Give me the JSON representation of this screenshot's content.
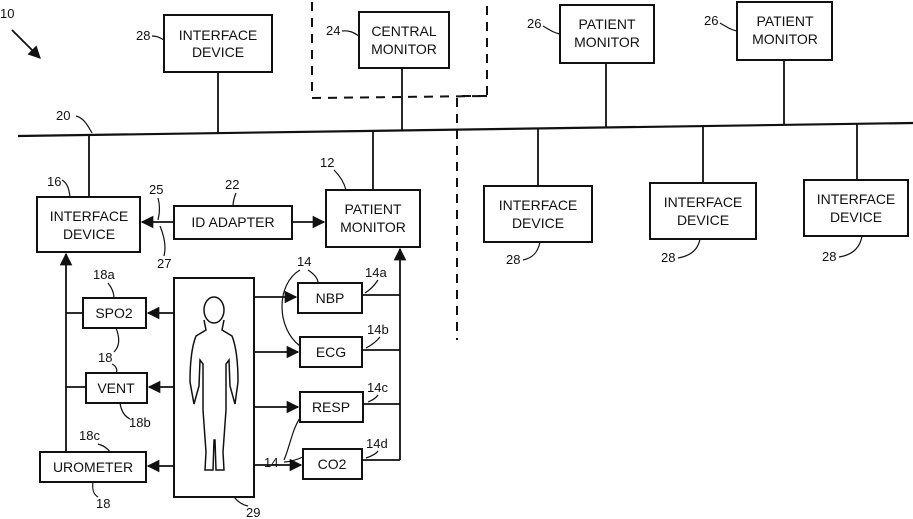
{
  "figure_ref": "10",
  "blocks": {
    "iface_top": {
      "label": [
        "INTERFACE",
        "DEVICE"
      ],
      "ref": "28"
    },
    "central_monitor": {
      "label": [
        "CENTRAL",
        "MONITOR"
      ],
      "ref": "24"
    },
    "pm_top_1": {
      "label": [
        "PATIENT",
        "MONITOR"
      ],
      "ref": "26"
    },
    "pm_top_2": {
      "label": [
        "PATIENT",
        "MONITOR"
      ],
      "ref": "26"
    },
    "iface_left": {
      "label": [
        "INTERFACE",
        "DEVICE"
      ],
      "ref": "16"
    },
    "id_adapter": {
      "label": [
        "ID ADAPTER"
      ],
      "ref": "22"
    },
    "pm_main": {
      "label": [
        "PATIENT",
        "MONITOR"
      ],
      "ref": "12"
    },
    "iface_r1": {
      "label": [
        "INTERFACE",
        "DEVICE"
      ],
      "ref": "28"
    },
    "iface_r2": {
      "label": [
        "INTERFACE",
        "DEVICE"
      ],
      "ref": "28"
    },
    "iface_r3": {
      "label": [
        "INTERFACE",
        "DEVICE"
      ],
      "ref": "28"
    },
    "spo2": {
      "label": [
        "SPO2"
      ],
      "ref": "18a"
    },
    "vent": {
      "label": [
        "VENT"
      ],
      "ref": "18b"
    },
    "urometer": {
      "label": [
        "UROMETER"
      ],
      "ref": "18"
    },
    "nbp": {
      "label": [
        "NBP"
      ],
      "ref": "14a"
    },
    "ecg": {
      "label": [
        "ECG"
      ],
      "ref": "14b"
    },
    "resp": {
      "label": [
        "RESP"
      ],
      "ref": "14c"
    },
    "co2": {
      "label": [
        "CO2"
      ],
      "ref": "14d"
    },
    "patient": {
      "label": [],
      "ref": "29"
    }
  },
  "other_refs": {
    "bus": "20",
    "adapter_in": "25",
    "adapter_out": "27",
    "device_group_mid": "18",
    "urometer_top": "18c",
    "sensor_group_top": "14",
    "sensor_group_bottom": "14"
  }
}
